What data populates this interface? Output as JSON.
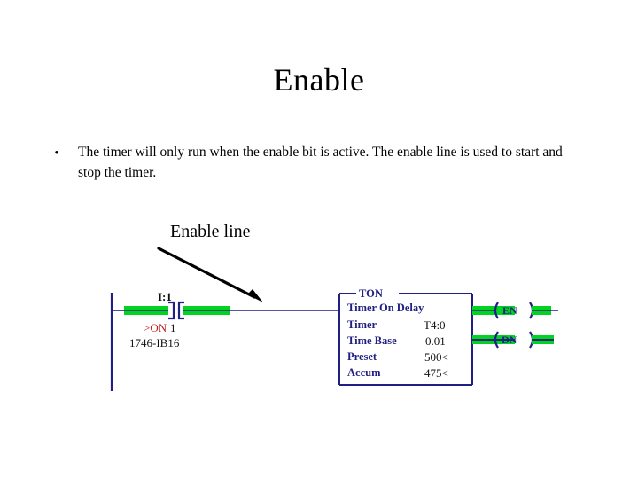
{
  "slide": {
    "title": "Enable",
    "bullet_marker": "•",
    "bullet_text": "The timer will only run when the enable bit is active.  The enable line is used to start and stop the timer.",
    "callout_label": "Enable line"
  },
  "ladder": {
    "contact": {
      "address": "I:1",
      "state_prefix": ">ON",
      "state_value": "1",
      "module": "1746-IB16"
    },
    "timer_block": {
      "type": "TON",
      "description": "Timer On Delay",
      "rows": [
        {
          "label": "Timer",
          "value": "T4:0"
        },
        {
          "label": "Time Base",
          "value": "0.01"
        },
        {
          "label": "Preset",
          "value": "500<"
        },
        {
          "label": "Accum",
          "value": "475<"
        }
      ]
    },
    "outputs": [
      {
        "name": "EN"
      },
      {
        "name": "DN"
      }
    ]
  },
  "colors": {
    "text": "#000000",
    "navy": "#202084",
    "green": "#00d420",
    "red": "#c02020",
    "background": "#ffffff"
  }
}
